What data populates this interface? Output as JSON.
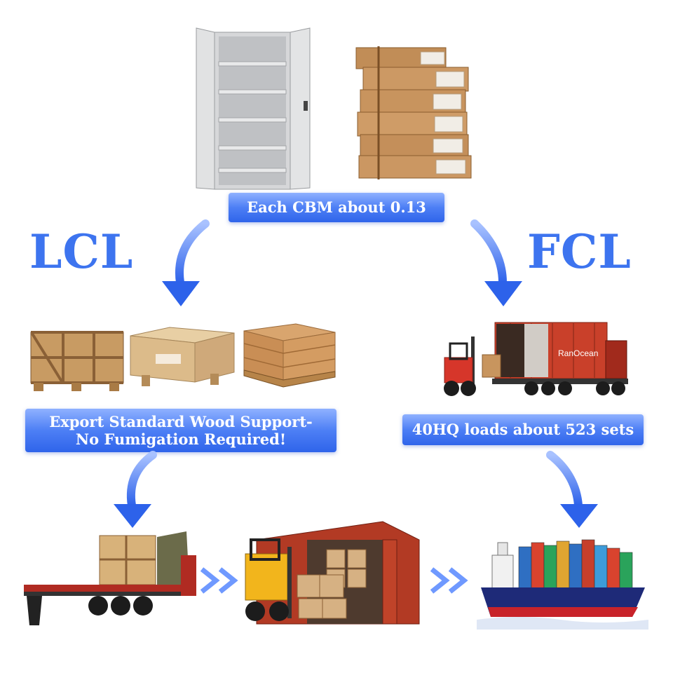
{
  "labels": {
    "lcl": "LCL",
    "fcl": "FCL"
  },
  "banners": {
    "cbm": "Each CBM about 0.13",
    "wood_line1": "Export Standard Wood Support-",
    "wood_line2": "No Fumigation Required!",
    "fcl_load": "40HQ loads about 523 sets"
  },
  "container_brand": "RanOcean",
  "colors": {
    "accent_blue": "#3d74ef",
    "banner_blue": "#4d7ff5",
    "container_red": "#c9402a",
    "cardboard": "#c8955e",
    "wood": "#d8b27a"
  }
}
